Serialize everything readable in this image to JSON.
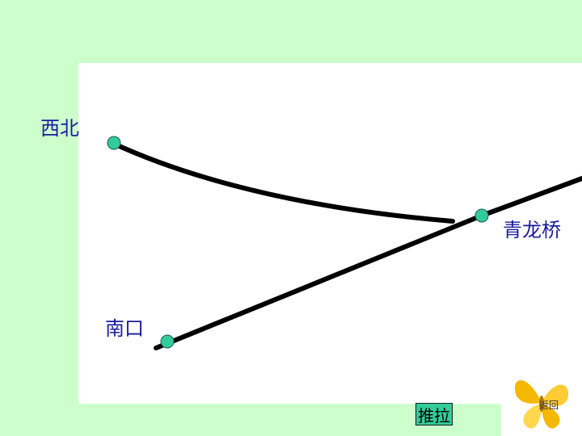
{
  "stations": {
    "northwest": "西北",
    "qinglongqiao": "青龙桥",
    "nankou": "南口"
  },
  "controls": {
    "push_pull_label": "推拉",
    "back_label": "返回"
  },
  "colors": {
    "background": "#ccffcc",
    "canvas": "#ffffff",
    "track": "#000000",
    "station_dot": "#33cc99",
    "label_text": "#1a1aa0"
  }
}
